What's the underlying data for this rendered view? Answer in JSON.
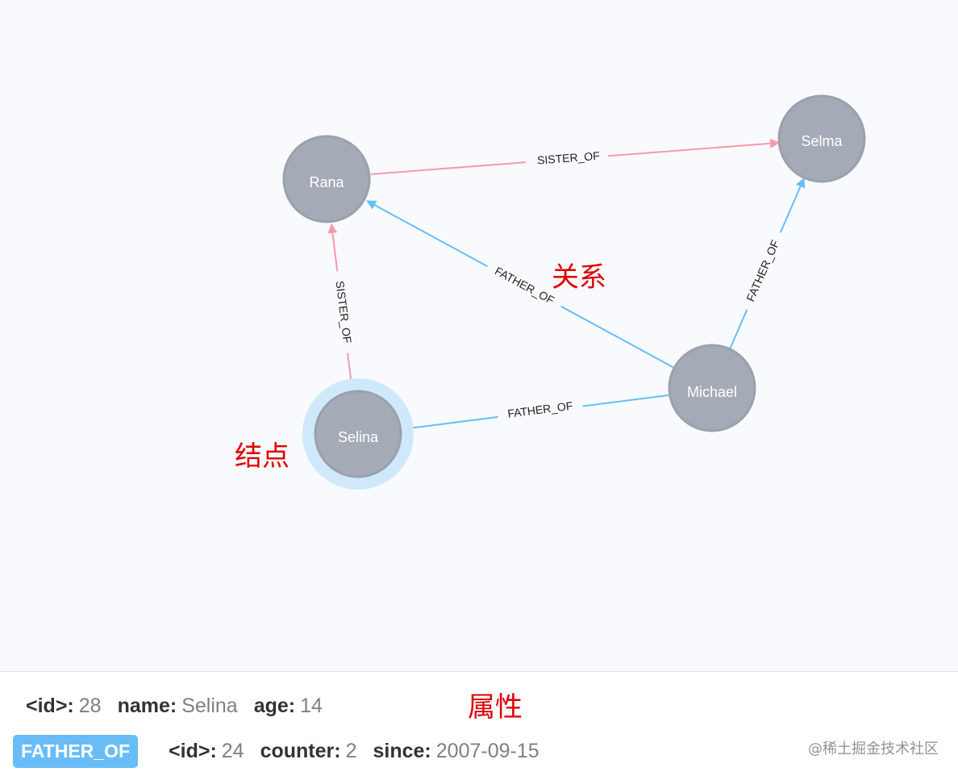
{
  "graph": {
    "nodes": [
      {
        "id": "rana",
        "label": "Rana"
      },
      {
        "id": "selma",
        "label": "Selma"
      },
      {
        "id": "selina",
        "label": "Selina",
        "selected": true
      },
      {
        "id": "michael",
        "label": "Michael"
      }
    ],
    "edges": [
      {
        "id": "rana-selma",
        "from": "rana",
        "to": "selma",
        "label": "SISTER_OF",
        "type": "sister"
      },
      {
        "id": "selina-rana",
        "from": "selina",
        "to": "rana",
        "label": "SISTER_OF",
        "type": "sister"
      },
      {
        "id": "michael-rana",
        "from": "michael",
        "to": "rana",
        "label": "FATHER_OF",
        "type": "father"
      },
      {
        "id": "michael-selma",
        "from": "michael",
        "to": "selma",
        "label": "FATHER_OF",
        "type": "father"
      },
      {
        "id": "michael-selina",
        "from": "michael",
        "to": "selina",
        "label": "FATHER_OF",
        "type": "father"
      }
    ]
  },
  "colors": {
    "node_fill": "#a5abb6",
    "node_stroke": "#9aa1ac",
    "selected_halo": "#cfe9fb",
    "sister_edge": "#f79aad",
    "father_edge": "#68bdf6",
    "canvas_bg": "#f8fafd",
    "annotation": "#e00000"
  },
  "annotations": {
    "relationship": "关系",
    "node": "结点",
    "property": "属性"
  },
  "details": {
    "node_props": [
      {
        "key": "<id>:",
        "value": "28"
      },
      {
        "key": "name:",
        "value": "Selina"
      },
      {
        "key": "age:",
        "value": "14"
      }
    ],
    "rel_type": "FATHER_OF",
    "rel_props": [
      {
        "key": "<id>:",
        "value": "24"
      },
      {
        "key": "counter:",
        "value": "2"
      },
      {
        "key": "since:",
        "value": "2007-09-15"
      }
    ]
  },
  "watermark": "@稀土掘金技术社区"
}
